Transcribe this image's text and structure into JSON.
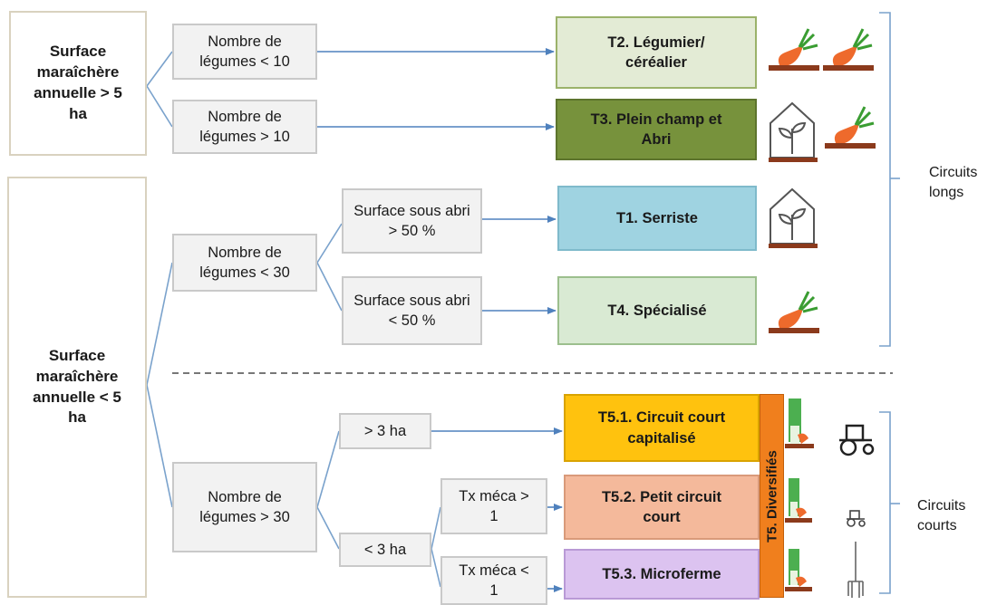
{
  "roots": {
    "large": "Surface maraîchère annuelle > 5 ha",
    "small": "Surface maraîchère annuelle < 5 ha"
  },
  "criteria": {
    "leg_lt_10": "Nombre de légumes < 10",
    "leg_gt_10": "Nombre de légumes > 10",
    "leg_lt_30": "Nombre de légumes < 30",
    "abri_gt_50": "Surface sous abri > 50 %",
    "abri_lt_50": "Surface sous abri < 50 %",
    "leg_gt_30": "Nombre de légumes > 30",
    "gt_3ha": "> 3 ha",
    "lt_3ha": "< 3 ha",
    "meca_gt_1": "Tx méca > 1",
    "meca_lt_1": "Tx méca < 1"
  },
  "types": {
    "t2": "T2. Légumier/ céréalier",
    "t3": "T3. Plein champ et Abri",
    "t1": "T1. Serriste",
    "t4": "T4. Spécialisé",
    "t51": "T5.1. Circuit court capitalisé",
    "t52": "T5.2. Petit circuit court",
    "t53": "T5.3. Microferme"
  },
  "diversified_label": "T5. Diversifiés",
  "circuits": {
    "long": "Circuits longs",
    "short": "Circuits courts"
  },
  "colors": {
    "connector": "#7aa2cc",
    "arrow": "#4f81bd",
    "divider": "#777777",
    "carrot": "#ee6a2c",
    "leaf": "#3a9d32",
    "soil": "#8b3a1c"
  },
  "icons": [
    "carrot-icon",
    "greenhouse-icon",
    "leek-icon",
    "tractor-icon",
    "fork-icon"
  ]
}
